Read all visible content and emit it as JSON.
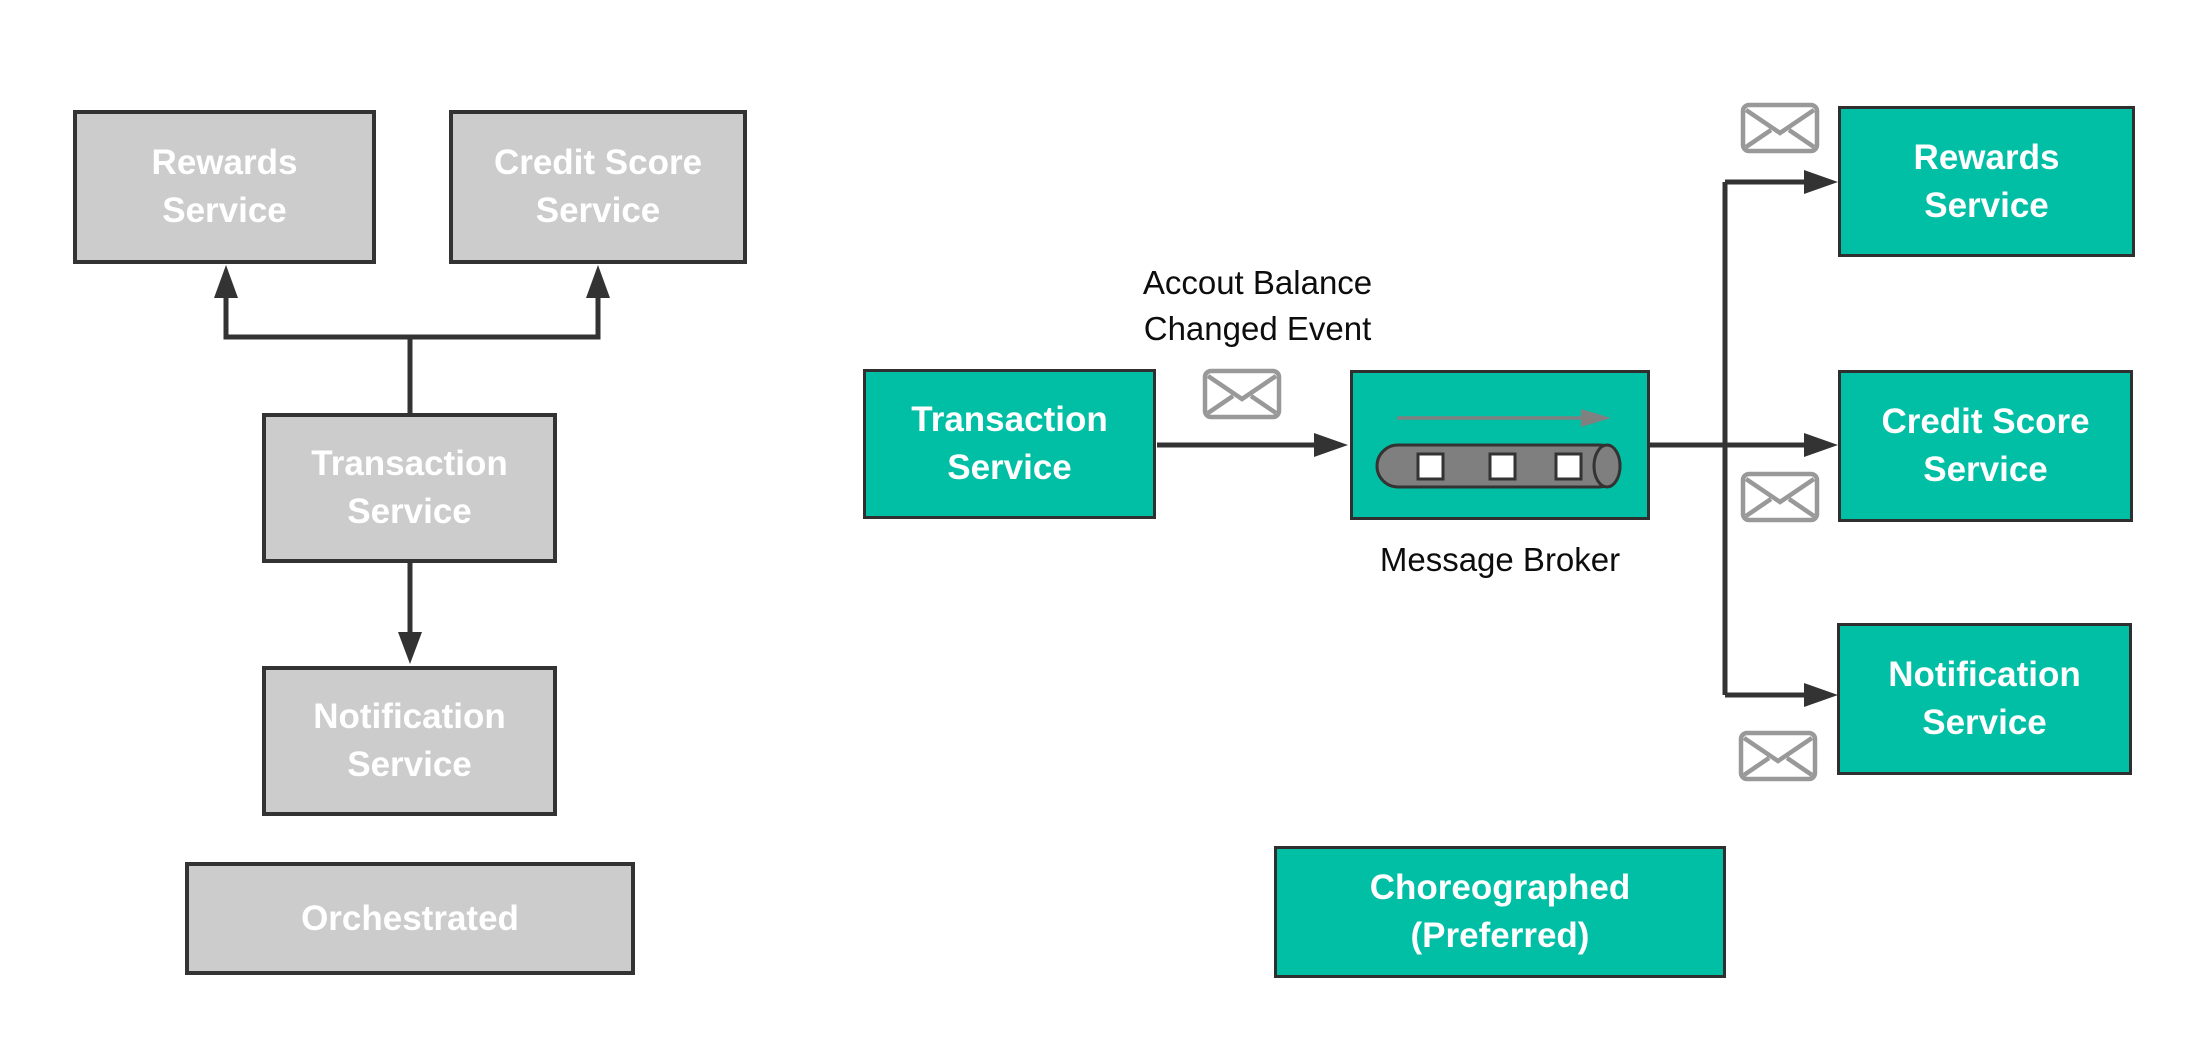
{
  "diagram": {
    "left": {
      "caption": "Orchestrated",
      "boxes": {
        "rewards": {
          "line1": "Rewards",
          "line2": "Service"
        },
        "credit": {
          "line1": "Credit Score",
          "line2": "Service"
        },
        "transaction": {
          "line1": "Transaction",
          "line2": "Service"
        },
        "notification": {
          "line1": "Notification",
          "line2": "Service"
        }
      }
    },
    "right": {
      "caption_line1": "Choreographed",
      "caption_line2": "(Preferred)",
      "event_label_line1": "Accout Balance",
      "event_label_line2": "Changed Event",
      "broker_label": "Message Broker",
      "boxes": {
        "transaction": {
          "line1": "Transaction",
          "line2": "Service"
        },
        "rewards": {
          "line1": "Rewards",
          "line2": "Service"
        },
        "credit": {
          "line1": "Credit Score",
          "line2": "Service"
        },
        "notification": {
          "line1": "Notification",
          "line2": "Service"
        }
      }
    },
    "icons": {
      "envelope": "message-envelope-icon",
      "broker_pipe": "message-queue-pipe-icon",
      "flow_arrow": "flow-direction-arrow-icon"
    },
    "colors": {
      "teal_fill": "#00BFA5",
      "gray_fill": "#CCCCCC",
      "box_border": "#333333",
      "connector_line": "#333333",
      "envelope_stroke": "#999999",
      "pipe_fill": "#7F7F7F",
      "pipe_arrow": "#808080",
      "label_text": "#0D0D0D",
      "box_text": "#FFFFFF"
    }
  }
}
